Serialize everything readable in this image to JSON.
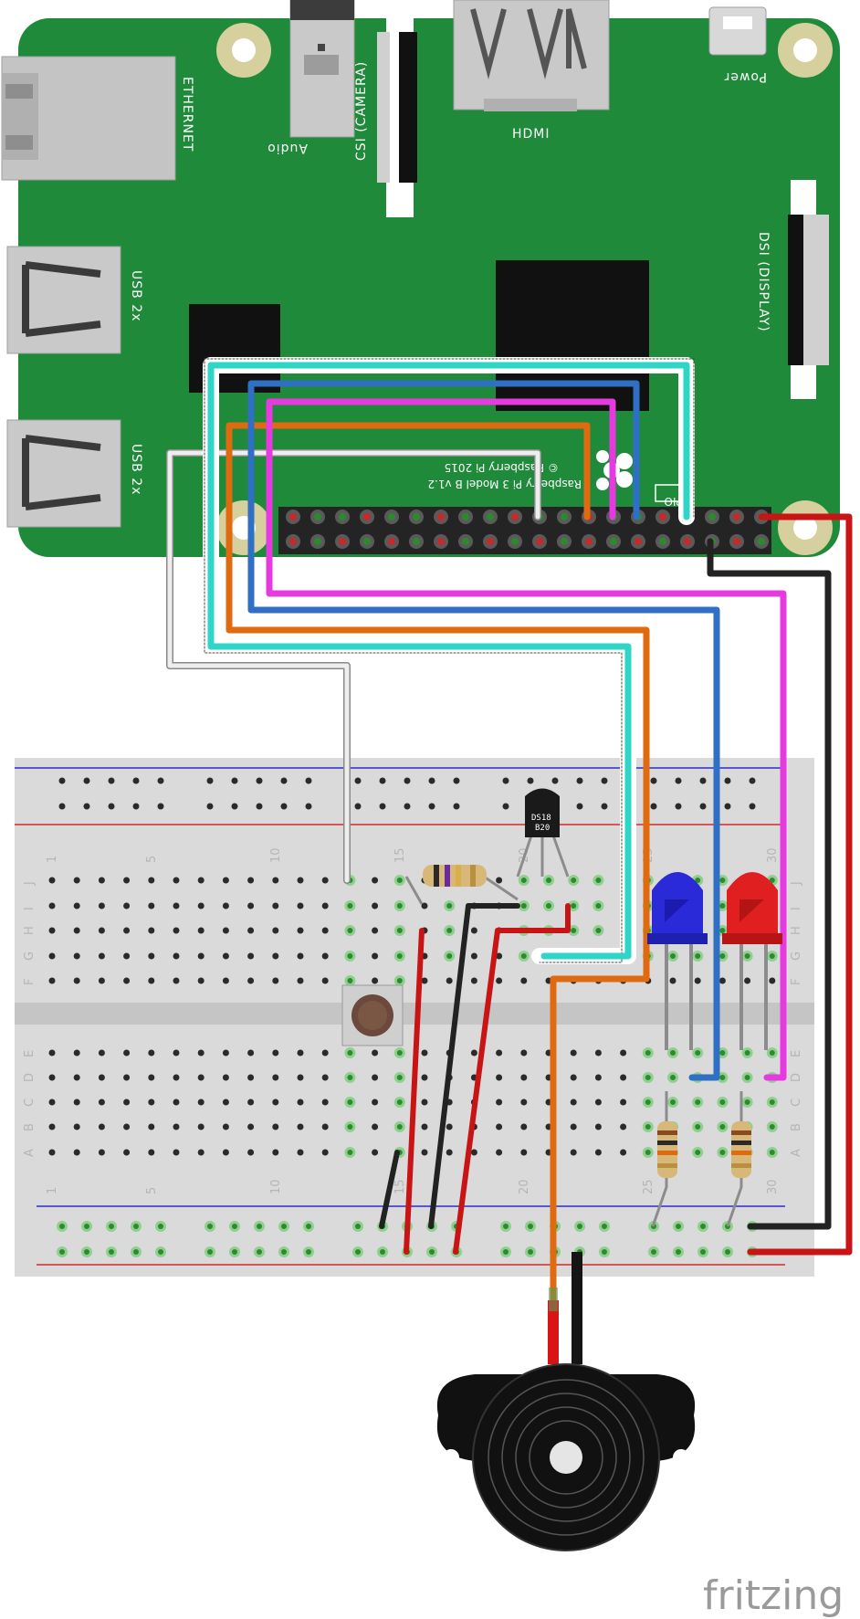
{
  "board": {
    "model": "Raspberry Pi 3 Model B v1.2",
    "copyright": "© Raspberry Pi 2015",
    "ports": {
      "ethernet": "ETHERNET",
      "usb_top": "USB 2x",
      "usb_bottom": "USB 2x",
      "audio": "Audio",
      "camera": "CSI (CAMERA)",
      "hdmi": "HDMI",
      "power": "Power",
      "display": "DSI (DISPLAY)",
      "gpio": "GPIO"
    }
  },
  "breadboard": {
    "row_letters_top": [
      "J",
      "I",
      "H",
      "G",
      "F"
    ],
    "row_letters_bottom": [
      "E",
      "D",
      "C",
      "B",
      "A"
    ],
    "column_numbers": [
      "1",
      "5",
      "10",
      "15",
      "20",
      "25",
      "30"
    ]
  },
  "components": {
    "sensor_line1": "DS18",
    "sensor_line2": "B20"
  },
  "colors": {
    "pcb": "#1e8a3a",
    "wire_cyan": "#2fd6c8",
    "wire_blue": "#2f6fc4",
    "wire_magenta": "#e63ae0",
    "wire_orange": "#e06a10",
    "wire_white": "#e8e8e8",
    "wire_red": "#c81414",
    "wire_black": "#222222",
    "led_blue": "#2a2ad8",
    "led_red": "#e02020"
  },
  "footer": {
    "brand": "fritzing"
  }
}
